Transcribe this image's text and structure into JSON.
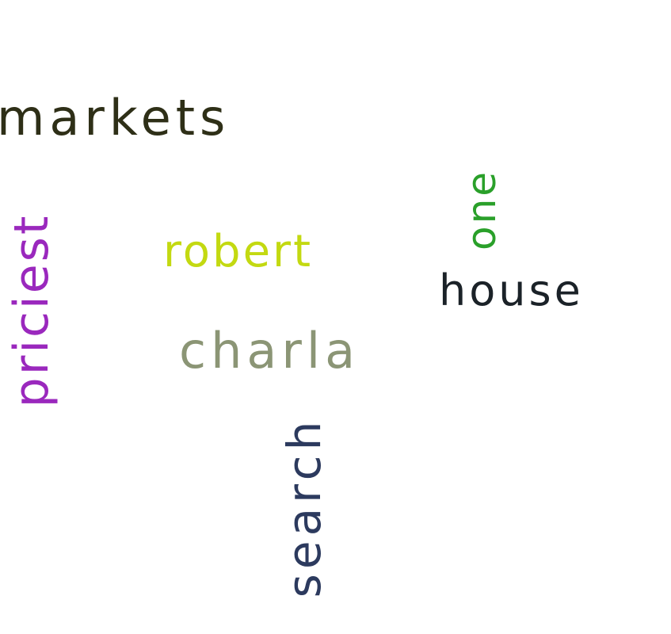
{
  "words": {
    "markets": {
      "text": "markets",
      "color": "#2e2f17",
      "rotation": "horizontal"
    },
    "robert": {
      "text": "robert",
      "color": "#c3d911",
      "rotation": "horizontal"
    },
    "charla": {
      "text": "charla",
      "color": "#8b9575",
      "rotation": "horizontal"
    },
    "house": {
      "text": "house",
      "color": "#1b2228",
      "rotation": "horizontal"
    },
    "priciest": {
      "text": "priciest",
      "color": "#9a28bd",
      "rotation": "vertical"
    },
    "one": {
      "text": "one",
      "color": "#2aa02a",
      "rotation": "vertical"
    },
    "search": {
      "text": "search",
      "color": "#2c3a5e",
      "rotation": "vertical"
    }
  }
}
